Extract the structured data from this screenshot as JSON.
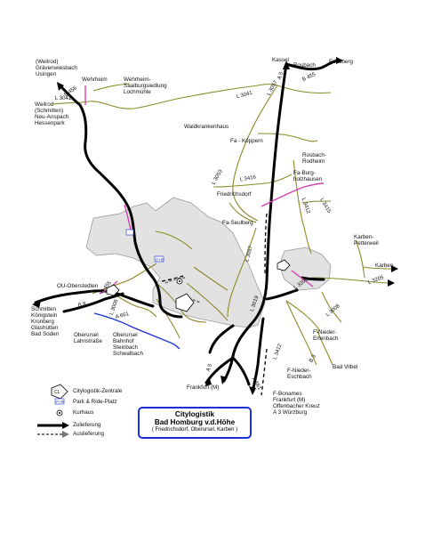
{
  "places": {
    "wehrheim_top": "Wehrheim",
    "weilrod1": "(Weilrod)",
    "graevenwiesbach": "Grävenwiesbach",
    "usingen": "Usingen",
    "weilrod2": "Weilrod",
    "schmitten_paren": "(Schmitten)",
    "neu_anspach": "Neu-Anspach",
    "wessenpark": "Hessenpark",
    "wehrheim_siedlung": "Wehrheim-",
    "saalburg": "Saalburgsiedlung",
    "lochmuehle": "Lochmühle",
    "waldkrankenhaus": "Waldkrankenhaus",
    "kassel": "Kassel",
    "rosbach": "Rosbach",
    "friedberg": "Friedberg",
    "fa_koeppern": "Fa - Köppern",
    "rosbach_rodheim_1": "Rosbach-",
    "rosbach_rodheim_2": "Rodheim",
    "fa_burg_1": "Fa-Burg-",
    "fa_burg_2": "holzhausen",
    "friedrichsdorf": "Friedrichsdorf",
    "fa_seulberg": "Fa-Seulberg",
    "karben_petterweil_1": "Karben-",
    "karben_petterweil_2": "Petterweil",
    "karben": "Karben",
    "ou_oberstedten": "OU-Oberstedten",
    "schmitten": "Schmitten",
    "koenigstein": "Königstein",
    "kronberg": "Kronberg",
    "glashuetten": "Glashütten",
    "bad_soden": "Bad Soden",
    "oberursel_lahn_1": "Oberursel",
    "oberursel_lahn_2": "Lahnstraße",
    "oberursel_bhf_1": "Oberursel",
    "oberursel_bhf_2": "Bahnhof",
    "steinbach": "Steinbach",
    "schwalbach": "Schwalbach",
    "f_nieder_erlenbach_1": "F-Nieder-",
    "f_nieder_erlenbach_2": "Erlenbach",
    "f_nieder_eschbach_1": "F-Nieder-",
    "f_nieder_eschbach_2": "Eschbach",
    "bad_vilbel": "Bad Vilbel",
    "frankfurt_m": "Frankfurt (M)",
    "f_bonames": "F-Bonames",
    "frankfurt_m2": "Frankfurt (M)",
    "offenbacher_kreuz": "Offenbacher Kreuz",
    "a3_wuerzburg": "A 3 Würzburg"
  },
  "roads": {
    "b456_top": "B 456",
    "l3041_left": "L 3041",
    "l3041_mid": "L 3041",
    "l3057": "L 3057",
    "a5_top": "A 5",
    "b455_top": "B 455",
    "l3416": "L 3416",
    "l3053": "L 3053",
    "l3412": "L 3412",
    "l3415": "L 3415",
    "l3057b": "L 3057",
    "l3205": "L 3205",
    "l3008": "L 3008",
    "l3205b": "L 3205",
    "b8": "B 8",
    "b455_left": "B 455",
    "a661": "A 661",
    "l3006": "L 3006",
    "a5_bottom": "A 5",
    "l3019": "L 3019",
    "a661_bottom": "A 661",
    "l3412b": "L 3412",
    "b33": "B 3"
  },
  "legend": {
    "items": [
      {
        "label": "Citylogistik-Zentrale",
        "icon": "cl-zentrale-icon"
      },
      {
        "label": "Park & Ride-Platz",
        "icon": "park-ride-icon"
      },
      {
        "label": "Kurhaus",
        "icon": "kurhaus-icon"
      },
      {
        "label": "Zulieferung",
        "icon": "solid-arrow-icon"
      },
      {
        "label": "Auslieferung",
        "icon": "dashed-arrow-icon"
      }
    ],
    "cl_symbol": "CL",
    "pr_symbol": "P+R",
    "pr_map": "P+R"
  },
  "title": {
    "line1": "Citylogistik",
    "line2": "Bad Homburg v.d.Höhe",
    "line3": "( Friedrichsdorf, Oberursel, Karben )"
  },
  "colors": {
    "urban_area": "#e2e2e2",
    "main_road": "#000000",
    "secondary_road": "#8c8a2a",
    "rail_pink": "#d63fb3",
    "autobahn_blue": "#1b2fd9",
    "title_border": "#1b2fd9"
  }
}
